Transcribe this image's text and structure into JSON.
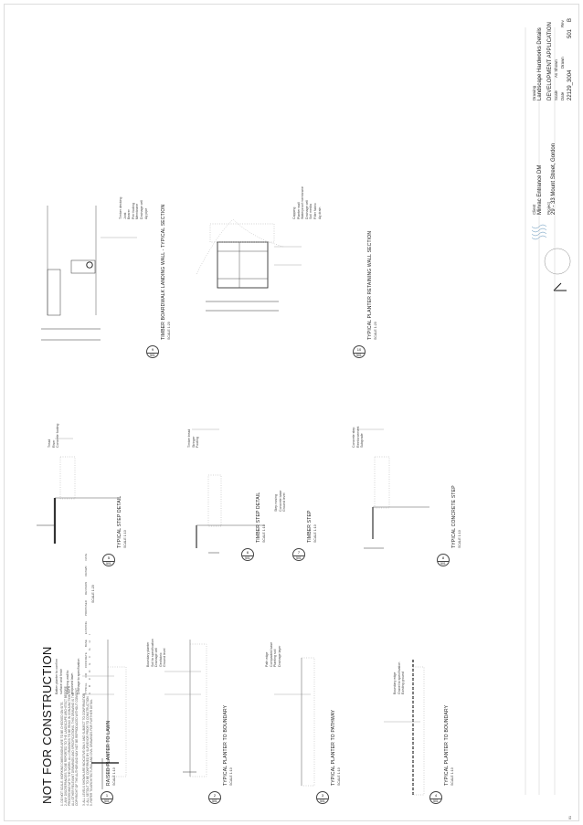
{
  "stamp": "NOT FOR CONSTRUCTION",
  "page_number_bottom": "01",
  "left_column": {
    "notes": [
      "1. DO NOT SCALE. WORKING DIMENSIONS ARE TO BE CHECKED ON SITE.",
      "2. ANY DISCREPANCIES TO BE REPORTED TO THE LANDSCAPE ARCHITECT BEFORE",
      "PROCEEDING WITH THE WORK. ALL DRAWINGS TO BE READ IN CONJUNCTION WITH",
      "ALL OTHER RELEVANT DRAWINGS AND SPECIFICATIONS. THIS DRAWING IS THE",
      "COPYRIGHT OF THE AUTHOR AND MAY NOT BE REPRODUCED WITHOUT CONSENT.",
      "3. ALL LEVELS SHOWN ARE INDICATIVE ONLY AND SUBJECT TO CONFIRMATION",
      "4. ALL SETOUT TO BE CONFIRMED BY SURVEYOR PRIOR TO CONSTRUCTION",
      "5. REFER TO ARCHITECTURAL AND CIVIL DRAWINGS FOR FURTHER DETAIL"
    ],
    "legend_a": [
      "TYPICAL",
      "OR",
      "CONCRETE",
      "BASE",
      "EXISTING",
      "PROPOSED",
      "REVISION",
      "DRAWN",
      "DATE"
    ],
    "legend_b": [
      "A",
      "B",
      "C",
      "D",
      "E",
      "F",
      "G",
      "H",
      "I"
    ],
    "scale_bar_label": "SCALE 1:20"
  },
  "details": [
    {
      "num": "1",
      "sheet": "501",
      "title": "RAISED PLANTER TO LAWN",
      "scale": "SCALE 1:10"
    },
    {
      "num": "2",
      "sheet": "501",
      "title": "TYPICAL PLANTER TO BOUNDARY",
      "scale": "SCALE 1:10"
    },
    {
      "num": "3",
      "sheet": "501",
      "title": "TYPICAL PLANTER TO PATHWAY",
      "scale": "SCALE 1:10"
    },
    {
      "num": "4",
      "sheet": "501",
      "title": "TYPICAL PLANTER TO BOUNDARY",
      "scale": "SCALE 1:10"
    },
    {
      "num": "5",
      "sheet": "501",
      "title": "TYPICAL STEP DETAIL",
      "scale": "SCALE 1:10"
    },
    {
      "num": "6",
      "sheet": "501",
      "title": "TIMBER STEP DETAIL",
      "scale": "SCALE 1:10"
    },
    {
      "num": "7",
      "sheet": "501",
      "title": "TIMBER STEP",
      "scale": "SCALE 1:10"
    },
    {
      "num": "8",
      "sheet": "501",
      "title": "TYPICAL CONCRETE STEP",
      "scale": "SCALE 1:10"
    },
    {
      "num": "9",
      "sheet": "501",
      "title": "TIMBER BOARDWALK LANDING WALL - TYPICAL SECTION",
      "scale": "SCALE 1:20"
    },
    {
      "num": "10",
      "sheet": "501",
      "title": "TYPICAL PLANTER RETAINING WALL SECTION",
      "scale": "SCALE 1:20"
    }
  ],
  "annotations": {
    "d1": [
      "Batten planter to confirm",
      "surface and finish",
      "Retaining wall to",
      "proposed lawn",
      "Drainage to specification"
    ],
    "d2": [
      "Boundary planter",
      "Soil to specification",
      "Drainage cell",
      "Geofabric",
      "Ground level"
    ],
    "d3": [
      "Path edge",
      "Compacted base",
      "Planting soil",
      "Drainage layer"
    ],
    "d4": [
      "Boundary edge",
      "Gravel to specification",
      "Existing ground"
    ],
    "d5": [
      "Tread",
      "Riser",
      "Concrete footing"
    ],
    "d6": [
      "Timber tread",
      "Stringer",
      "Footing"
    ],
    "d7": [
      "Step nosing",
      "Concrete base",
      "Ground level"
    ],
    "d8": [
      "Concrete step",
      "Reinforcement",
      "Subgrade"
    ],
    "d9": [
      "Timber decking",
      "Joist",
      "Bearer",
      "Pier footing",
      "Membrane",
      "Drainage cell",
      "Ag pipe"
    ],
    "d10": [
      "Capping",
      "Planter wall",
      "Waterproof membrane",
      "Drainage cell",
      "Soil media",
      "Filter fabric",
      "Ag drain"
    ]
  },
  "title_block": {
    "client_label": "Client",
    "client": "Mirvac Entrance DM",
    "project_label": "Project",
    "project": "29 - 33 Mount Street, Gordon",
    "drawing_label": "Drawing",
    "drawing": "Landscape Hardworks Details",
    "status": "DEVELOPMENT APPLICATION",
    "scale_label": "Scale",
    "scale": "As Shown",
    "job_no": "22129_3004",
    "sheet_no": "501",
    "revision": "B",
    "revision_label": "Rev",
    "date_label": "Date",
    "drawn_label": "Drawn"
  },
  "colors": {
    "ink": "#111111",
    "line": "#555555",
    "hatch": "#9a9a9a",
    "paper": "#ffffff"
  }
}
